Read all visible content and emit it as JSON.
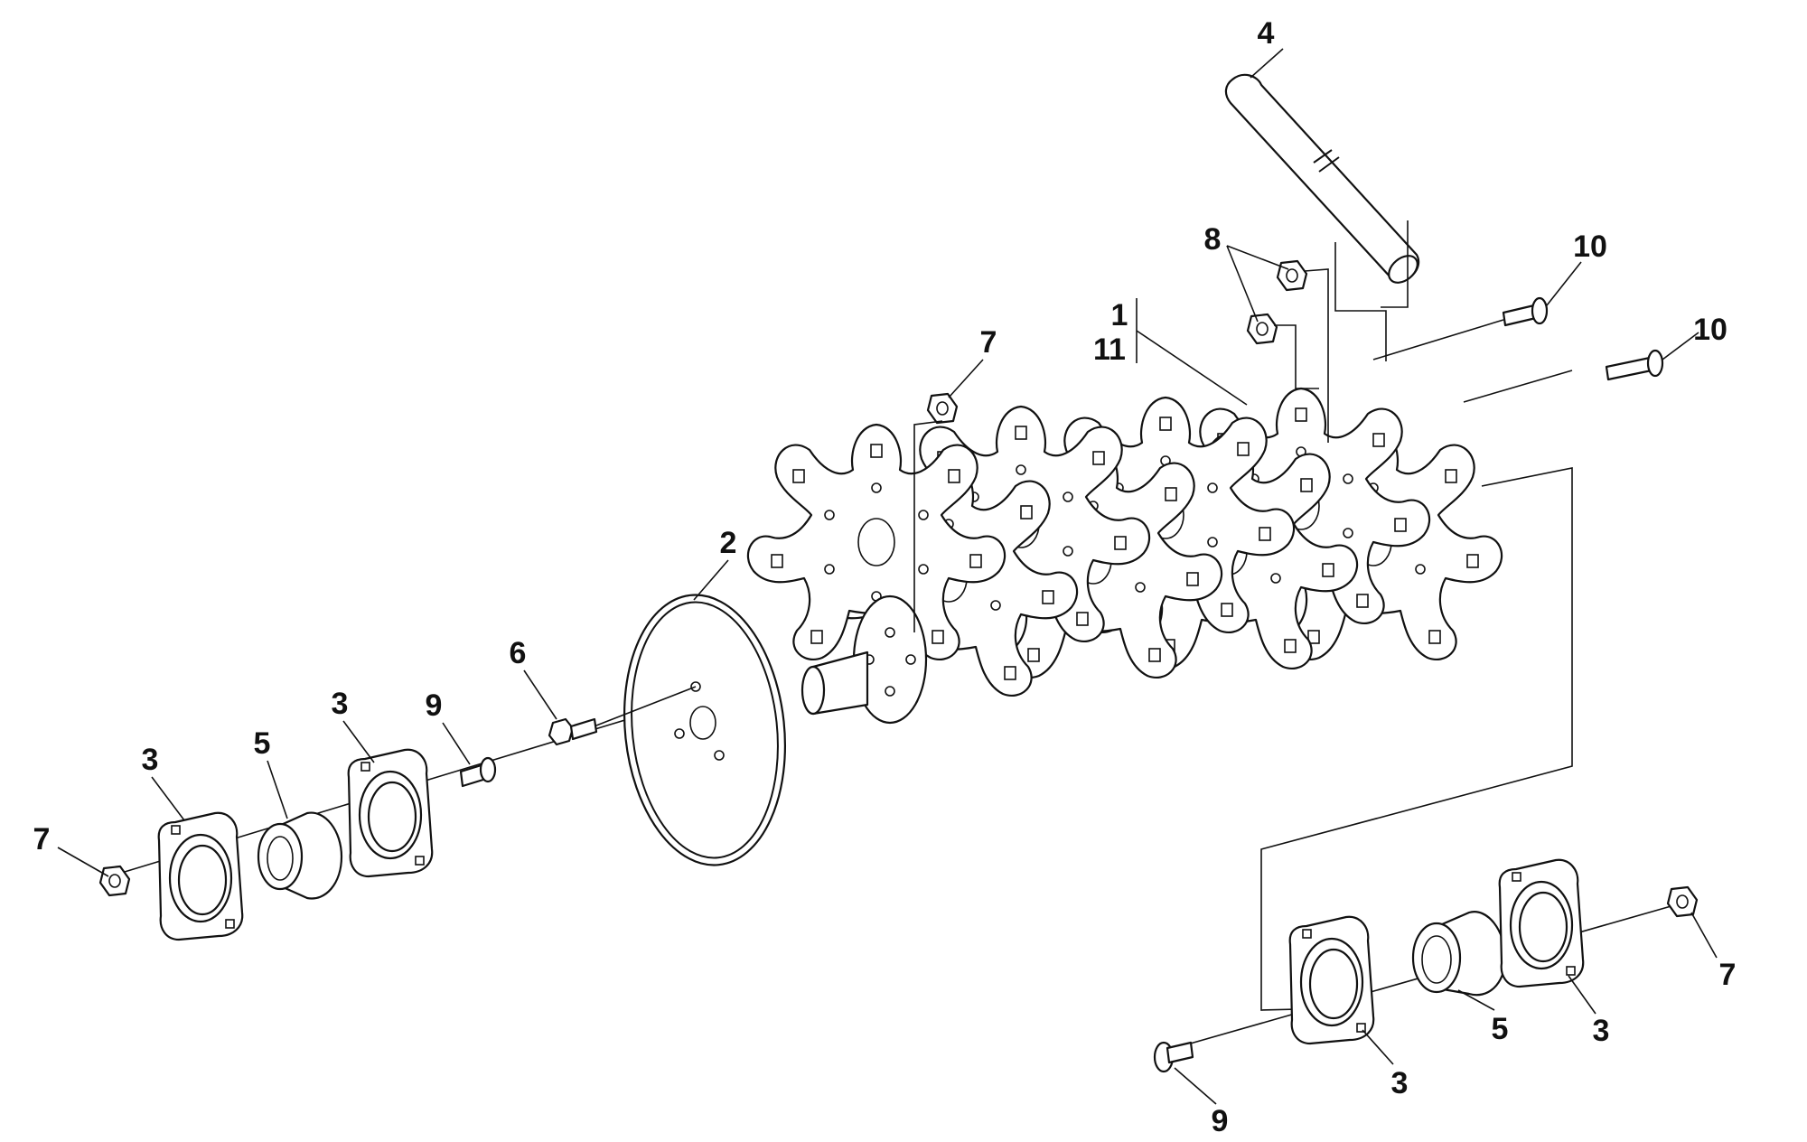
{
  "diagram": {
    "callouts": [
      {
        "id": "c4",
        "text": "4"
      },
      {
        "id": "c8",
        "text": "8"
      },
      {
        "id": "c10a",
        "text": "10"
      },
      {
        "id": "c10b",
        "text": "10"
      },
      {
        "id": "c1",
        "text": "1"
      },
      {
        "id": "c11",
        "text": "11"
      },
      {
        "id": "c7a",
        "text": "7"
      },
      {
        "id": "c2",
        "text": "2"
      },
      {
        "id": "c6",
        "text": "6"
      },
      {
        "id": "c3a",
        "text": "3"
      },
      {
        "id": "c9a",
        "text": "9"
      },
      {
        "id": "c3b",
        "text": "3"
      },
      {
        "id": "c5a",
        "text": "5"
      },
      {
        "id": "c7b",
        "text": "7"
      },
      {
        "id": "c7c",
        "text": "7"
      },
      {
        "id": "c5b",
        "text": "5"
      },
      {
        "id": "c3c",
        "text": "3"
      },
      {
        "id": "c3d",
        "text": "3"
      },
      {
        "id": "c9b",
        "text": "9"
      }
    ]
  }
}
